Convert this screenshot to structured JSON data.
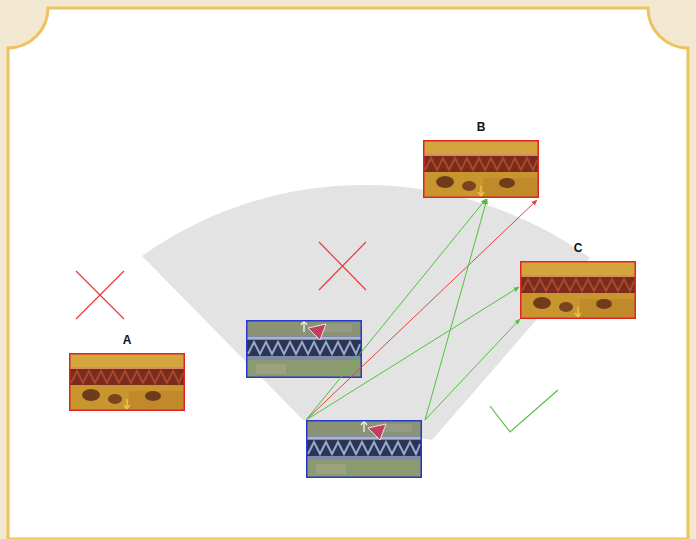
{
  "diagram": {
    "nodes": [
      {
        "text": [
          "B"
        ]
      },
      {
        "text": [
          "C"
        ]
      },
      {
        "text": [
          "A"
        ]
      }
    ]
  }
}
